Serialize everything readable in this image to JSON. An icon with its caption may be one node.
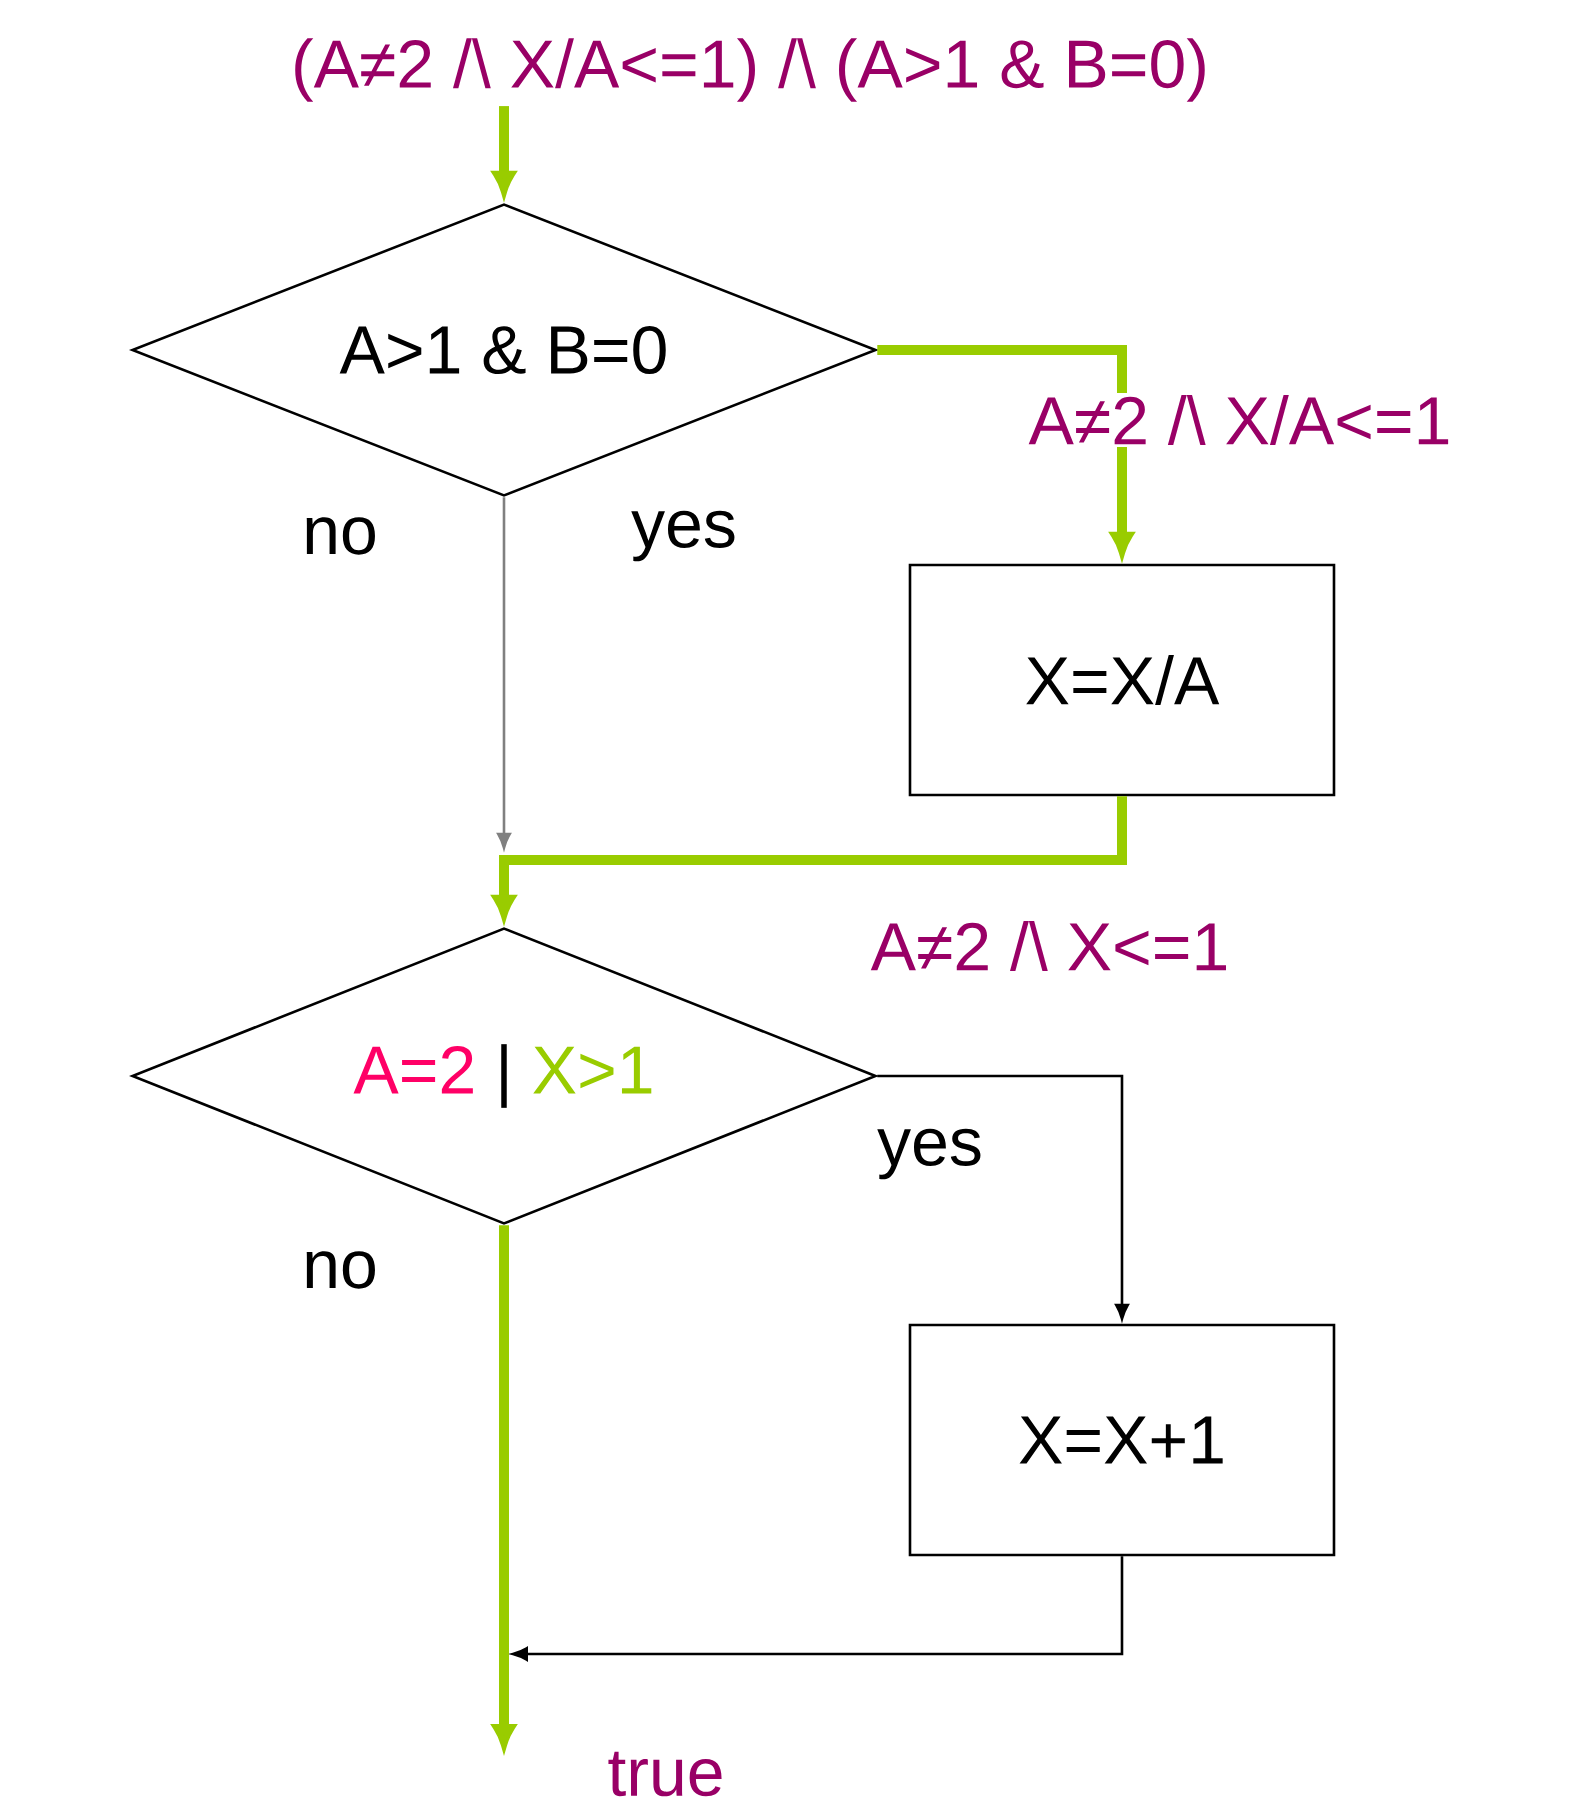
{
  "diagram": {
    "nodes": [
      {
        "text": [
          "(A≠2 /\\ X/A<=1) /\\ (A>1 & B=0)"
        ]
      },
      {
        "text": [
          "A>1 & B=0"
        ]
      },
      {
        "text": [
          "X=X/A"
        ]
      },
      {
        "text": [
          "A=2",
          "|",
          "X>1"
        ]
      },
      {
        "text": [
          "X=X+1"
        ]
      }
    ],
    "edges": [
      {
        "from": 0,
        "to": 1,
        "arrow": "to"
      },
      {
        "from": 1,
        "to": 2,
        "arrow": "to",
        "label": "A≠2 /\\ X/A<=1"
      },
      {
        "from": 1,
        "to": 3,
        "arrow": "to",
        "color": "#808080"
      },
      {
        "from": 2,
        "to": 3,
        "arrow": "to",
        "label": "A≠2 /\\ X<=1"
      },
      {
        "from": 3,
        "to": 4,
        "arrow": "to",
        "color": "#000000"
      },
      {
        "from": 4,
        "to": null,
        "arrow": "to",
        "color": "#000000"
      },
      {
        "from": 3,
        "to": null,
        "arrow": "to",
        "label": "true"
      }
    ],
    "labels": [
      "no",
      "yes",
      "no",
      "yes"
    ]
  }
}
